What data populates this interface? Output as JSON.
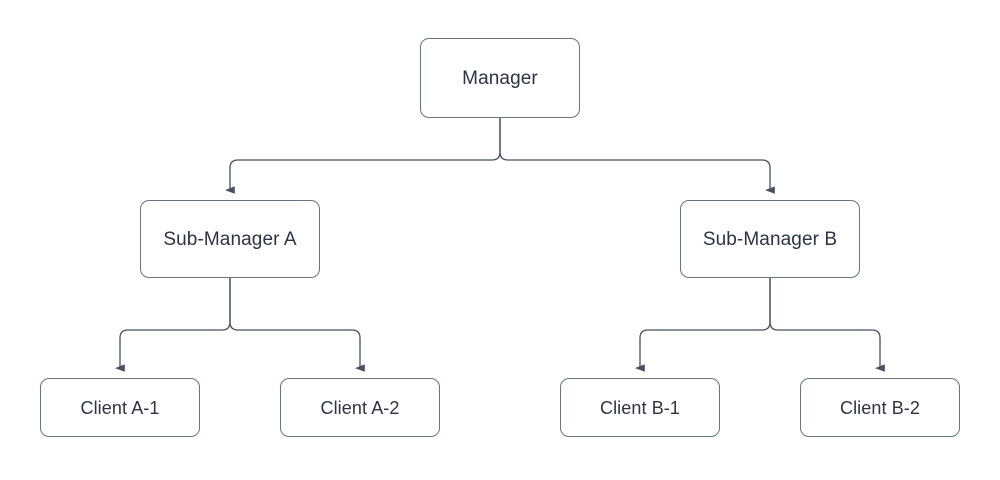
{
  "diagram": {
    "type": "org-chart-tree",
    "orientation": "top-down",
    "background_color": "#ffffff",
    "node_border_color": "#6b7280",
    "node_fill_color": "#ffffff",
    "connector_color": "#46505f",
    "text_color": "#2c3443",
    "nodes": [
      {
        "id": "manager",
        "label": "Manager",
        "level": 0
      },
      {
        "id": "sub_a",
        "label": "Sub-Manager A",
        "level": 1
      },
      {
        "id": "sub_b",
        "label": "Sub-Manager B",
        "level": 1
      },
      {
        "id": "client_a1",
        "label": "Client A-1",
        "level": 2
      },
      {
        "id": "client_a2",
        "label": "Client A-2",
        "level": 2
      },
      {
        "id": "client_b1",
        "label": "Client B-1",
        "level": 2
      },
      {
        "id": "client_b2",
        "label": "Client B-2",
        "level": 2
      }
    ],
    "edges": [
      {
        "from": "manager",
        "to": "sub_a",
        "arrow": "to"
      },
      {
        "from": "manager",
        "to": "sub_b",
        "arrow": "to"
      },
      {
        "from": "sub_a",
        "to": "client_a1",
        "arrow": "to"
      },
      {
        "from": "sub_a",
        "to": "client_a2",
        "arrow": "to"
      },
      {
        "from": "sub_b",
        "to": "client_b1",
        "arrow": "to"
      },
      {
        "from": "sub_b",
        "to": "client_b2",
        "arrow": "to"
      }
    ]
  }
}
